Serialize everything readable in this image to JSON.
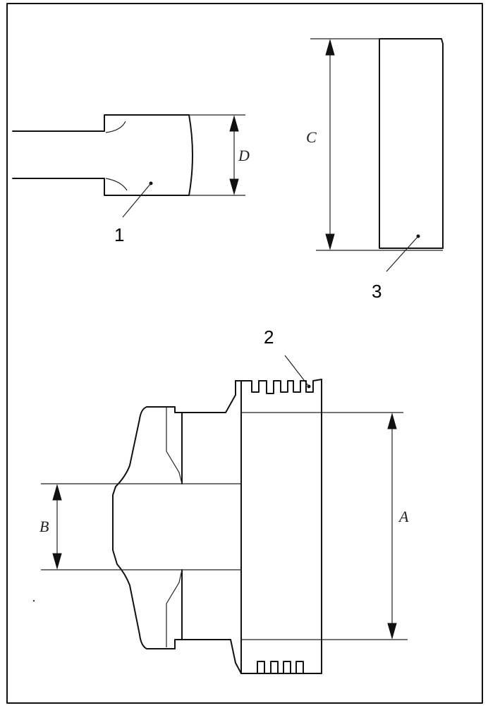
{
  "diagram": {
    "part_labels": {
      "part1": "1",
      "part2": "2",
      "part3": "3"
    },
    "dimension_labels": {
      "A": "A",
      "B": "B",
      "C": "C",
      "D": "D"
    }
  }
}
